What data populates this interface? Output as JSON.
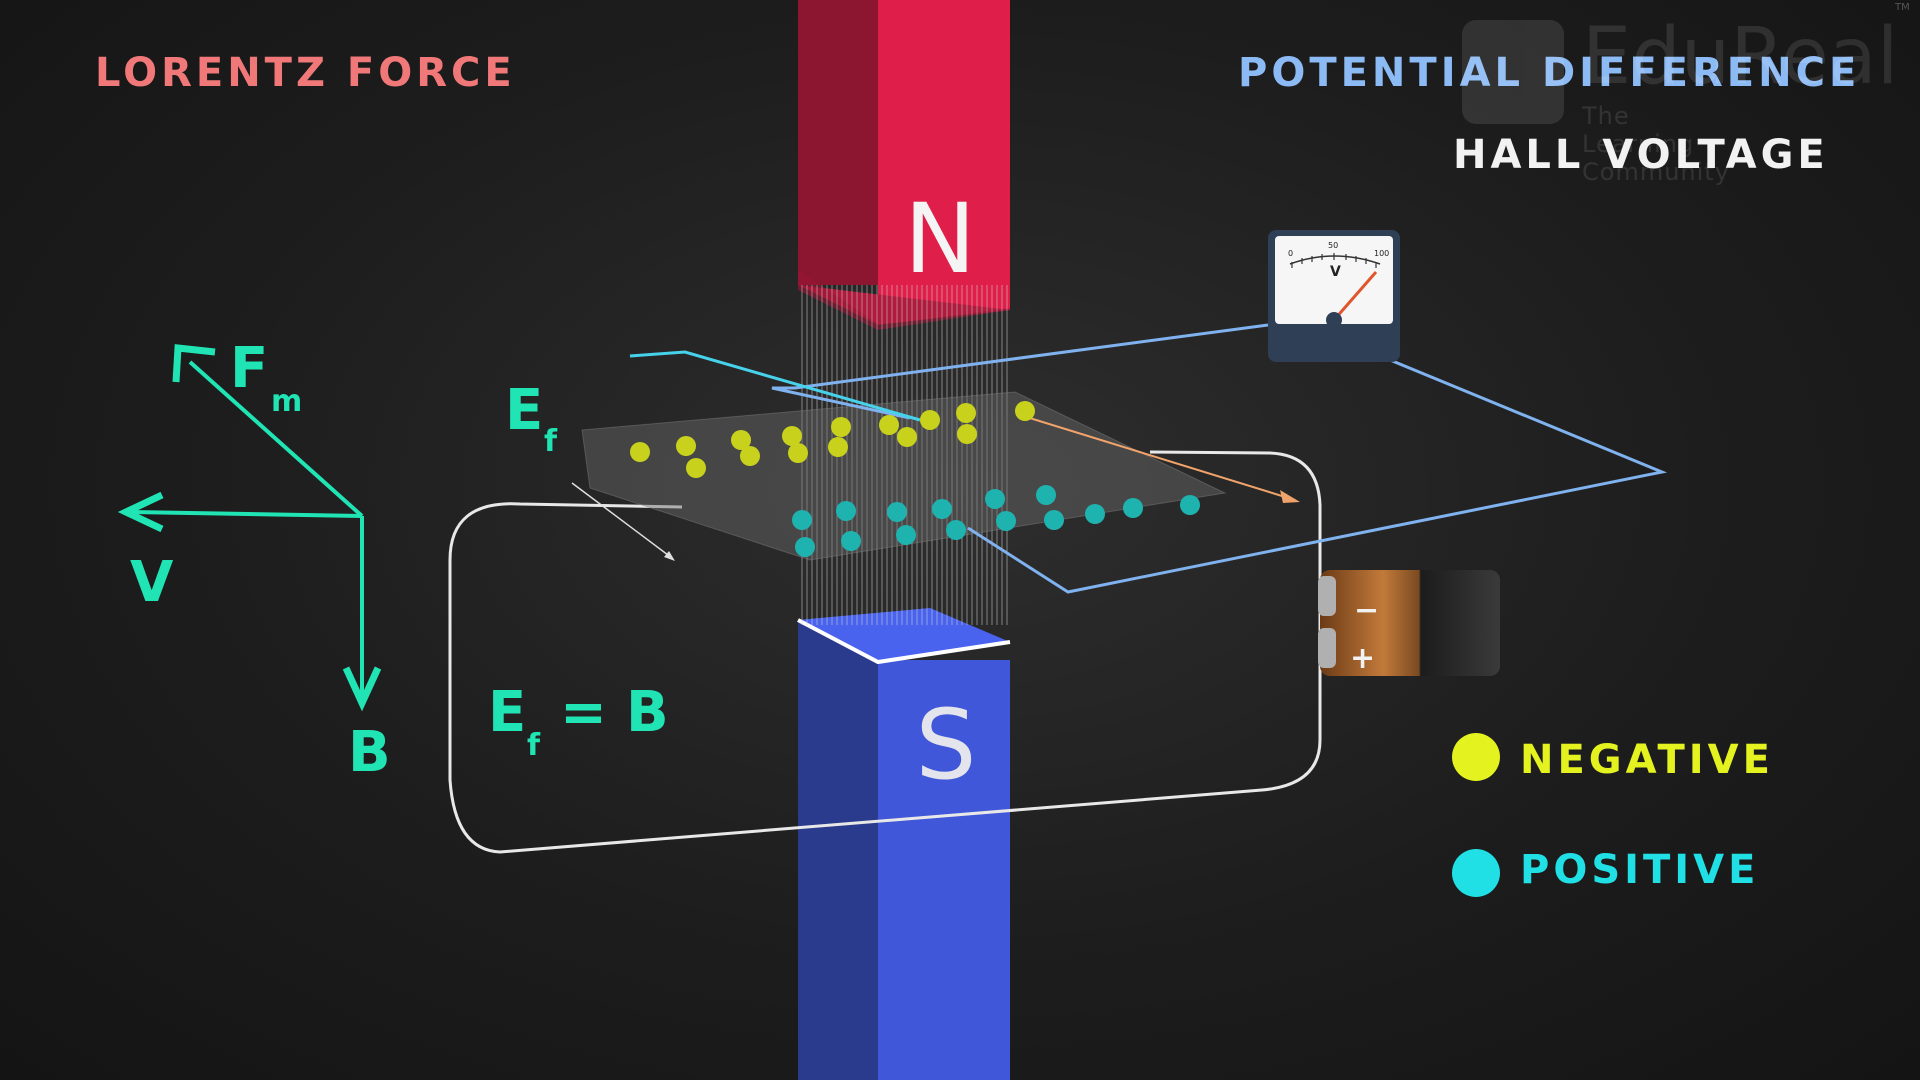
{
  "titles": {
    "left": "LORENTZ FORCE",
    "right": "POTENTIAL DIFFERENCE",
    "right_sub": "HALL VOLTAGE"
  },
  "watermark": {
    "brand": "EduReal",
    "tagline": "The Learning Community",
    "tm": "TM"
  },
  "magnet": {
    "north": "N",
    "south": "S"
  },
  "vectors": {
    "force": "F",
    "force_sub": "m",
    "velocity": "V",
    "field": "B"
  },
  "field_label": {
    "main": "E",
    "sub": "f"
  },
  "equation": {
    "lhs": "E",
    "lhs_sub": "f",
    "eq": "=",
    "rhs": "B"
  },
  "voltmeter": {
    "scale_min": "0",
    "scale_mid": "50",
    "scale_max": "100",
    "unit": "V"
  },
  "battery": {
    "minus": "−",
    "plus": "+"
  },
  "legend": [
    {
      "label": "NEGATIVE",
      "color": "#e4f21f"
    },
    {
      "label": "POSITIVE",
      "color": "#20e0e6"
    }
  ],
  "colors": {
    "north": "#e01e4a",
    "south": "#3f57d8",
    "vector": "#20e4b4",
    "wire_circuit": "#e8e8e8",
    "wire_meter": "#7fb2ee",
    "negative_charge": "#c8d21c",
    "positive_charge": "#1fb3b0"
  },
  "icons": [
    "voltmeter-icon",
    "battery-icon"
  ]
}
